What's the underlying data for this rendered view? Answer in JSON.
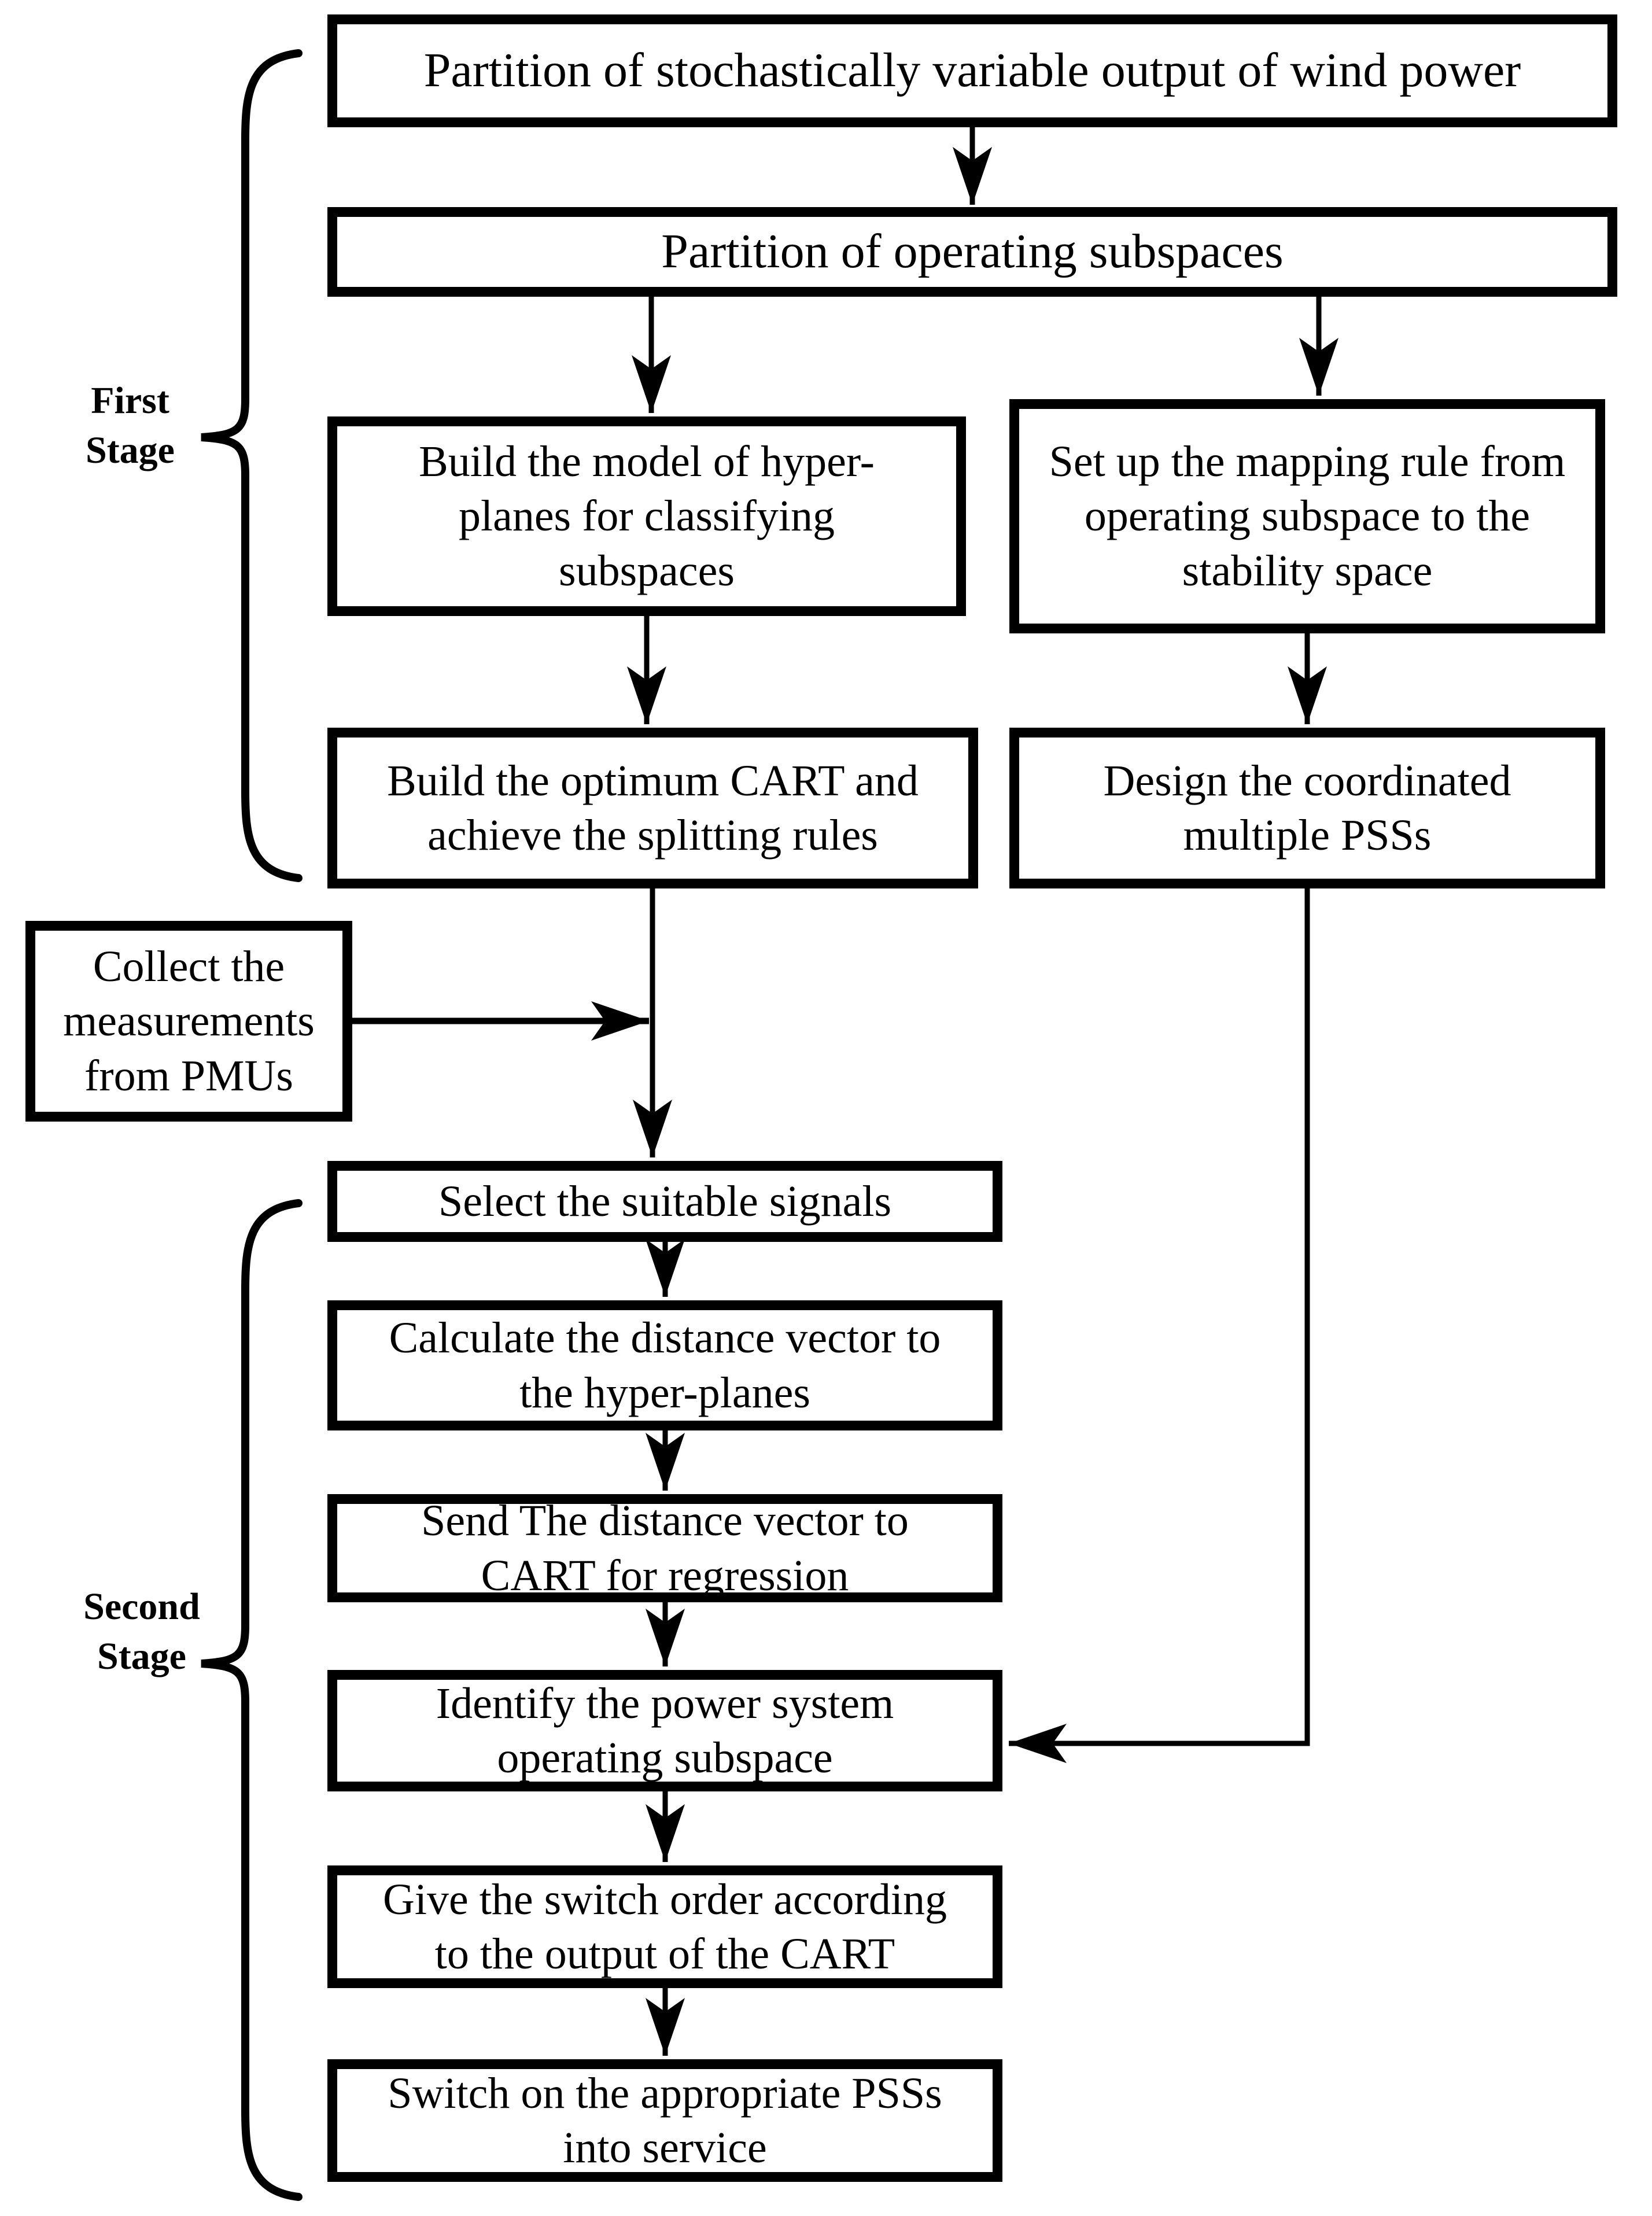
{
  "colors": {
    "line": "#000000",
    "text": "#000000",
    "background": "#ffffff"
  },
  "stage_labels": {
    "first": "First\nStage",
    "second": "Second\nStage"
  },
  "boxes": {
    "partition_wind": "Partition of stochastically variable output of wind power",
    "partition_subspaces": "Partition of operating subspaces",
    "build_hyperplanes": "Build the model of hyper-\nplanes for classifying\nsubspaces",
    "mapping_rule": "Set up the mapping rule from\noperating subspace to the\nstability space",
    "build_cart": "Build the optimum CART and\nachieve the splitting rules",
    "design_psss": "Design the coordinated\nmultiple PSSs",
    "collect_pmu": "Collect the\nmeasurements\nfrom PMUs",
    "select_signals": "Select the suitable signals",
    "calc_distance": "Calculate the distance vector to\nthe hyper-planes",
    "send_cart": "Send The distance vector to\nCART for regression",
    "identify_subspace": "Identify the power system\noperating subspace",
    "switch_order": "Give the switch order according\nto the output of the CART",
    "switch_on": "Switch on the appropriate PSSs\ninto service"
  }
}
